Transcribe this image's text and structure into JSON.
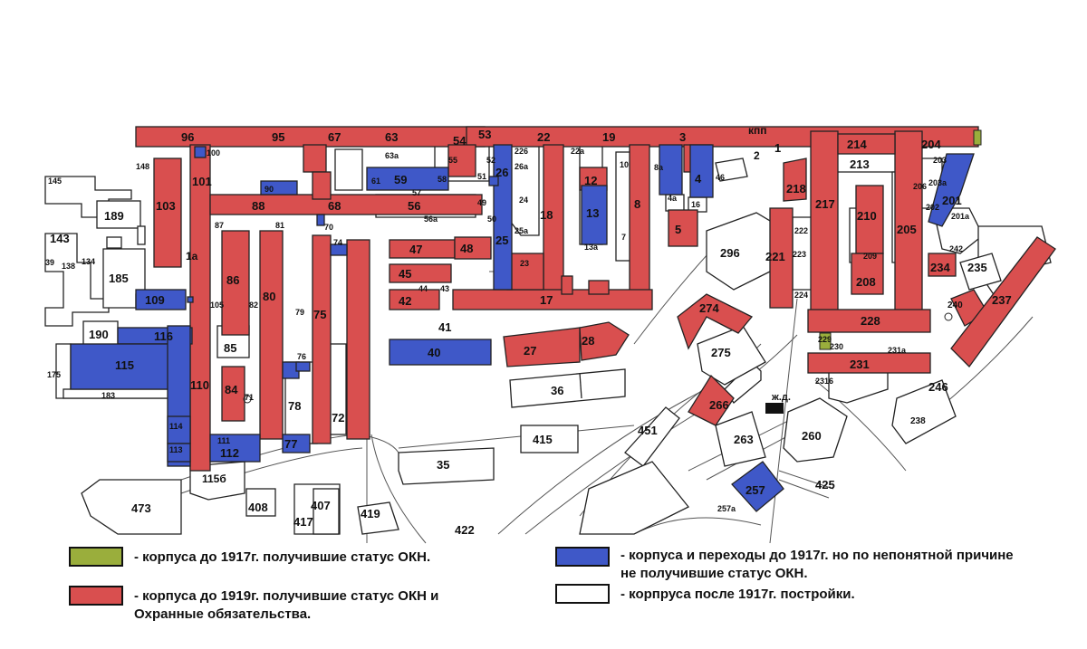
{
  "colors": {
    "okn_before_1917": "#9aae3c",
    "okn_protection": "#d94f4f",
    "no_status": "#3f58c8",
    "after_1917": "#ffffff",
    "outline": "#222222"
  },
  "markers": {
    "kpp": "кпп",
    "railway": "ж.д."
  },
  "legend": [
    {
      "category": "okn_before_1917",
      "text": "- корпуса до 1917г. получившие статус ОКН."
    },
    {
      "category": "okn_protection",
      "text": "- корпуса до 1919г. получившие статус ОКН и Охранные обязательства."
    },
    {
      "category": "no_status",
      "text": "- корпуса и переходы до 1917г. но по непонятной причине не получившие статус ОКН."
    },
    {
      "category": "after_1917",
      "text": "- корпруса после 1917г. постройки."
    }
  ],
  "buildings": [
    {
      "id": "96",
      "cat": "okn_protection"
    },
    {
      "id": "95",
      "cat": "okn_protection"
    },
    {
      "id": "67",
      "cat": "okn_protection"
    },
    {
      "id": "63",
      "cat": "okn_protection"
    },
    {
      "id": "54",
      "cat": "okn_protection"
    },
    {
      "id": "53",
      "cat": "okn_protection"
    },
    {
      "id": "22",
      "cat": "okn_protection"
    },
    {
      "id": "19",
      "cat": "okn_protection"
    },
    {
      "id": "3",
      "cat": "okn_protection"
    },
    {
      "id": "1",
      "cat": "okn_protection"
    },
    {
      "id": "214",
      "cat": "okn_protection"
    },
    {
      "id": "204",
      "cat": "okn_protection"
    },
    {
      "id": "101",
      "cat": "okn_protection"
    },
    {
      "id": "103",
      "cat": "okn_protection"
    },
    {
      "id": "88",
      "cat": "okn_protection"
    },
    {
      "id": "68",
      "cat": "okn_protection"
    },
    {
      "id": "56",
      "cat": "okn_protection"
    },
    {
      "id": "18",
      "cat": "okn_protection"
    },
    {
      "id": "8",
      "cat": "okn_protection"
    },
    {
      "id": "5",
      "cat": "okn_protection"
    },
    {
      "id": "12",
      "cat": "okn_protection"
    },
    {
      "id": "218",
      "cat": "okn_protection"
    },
    {
      "id": "217",
      "cat": "okn_protection"
    },
    {
      "id": "210",
      "cat": "okn_protection"
    },
    {
      "id": "205",
      "cat": "okn_protection"
    },
    {
      "id": "221",
      "cat": "okn_protection"
    },
    {
      "id": "208",
      "cat": "okn_protection"
    },
    {
      "id": "234",
      "cat": "okn_protection"
    },
    {
      "id": "237",
      "cat": "okn_protection"
    },
    {
      "id": "240",
      "cat": "okn_protection"
    },
    {
      "id": "228",
      "cat": "okn_protection"
    },
    {
      "id": "231",
      "cat": "okn_protection"
    },
    {
      "id": "86",
      "cat": "okn_protection"
    },
    {
      "id": "80",
      "cat": "okn_protection"
    },
    {
      "id": "75",
      "cat": "okn_protection"
    },
    {
      "id": "72",
      "cat": "okn_protection"
    },
    {
      "id": "84",
      "cat": "okn_protection"
    },
    {
      "id": "110",
      "cat": "okn_protection"
    },
    {
      "id": "47",
      "cat": "okn_protection"
    },
    {
      "id": "48",
      "cat": "okn_protection"
    },
    {
      "id": "45",
      "cat": "okn_protection"
    },
    {
      "id": "42",
      "cat": "okn_protection"
    },
    {
      "id": "17",
      "cat": "okn_protection"
    },
    {
      "id": "27",
      "cat": "okn_protection"
    },
    {
      "id": "28",
      "cat": "okn_protection"
    },
    {
      "id": "274",
      "cat": "okn_protection"
    },
    {
      "id": "266",
      "cat": "okn_protection"
    },
    {
      "id": "100",
      "cat": "no_status"
    },
    {
      "id": "59",
      "cat": "no_status"
    },
    {
      "id": "90",
      "cat": "no_status"
    },
    {
      "id": "26",
      "cat": "no_status"
    },
    {
      "id": "25",
      "cat": "no_status"
    },
    {
      "id": "13",
      "cat": "no_status"
    },
    {
      "id": "4",
      "cat": "no_status"
    },
    {
      "id": "201",
      "cat": "no_status"
    },
    {
      "id": "109",
      "cat": "no_status"
    },
    {
      "id": "116",
      "cat": "no_status"
    },
    {
      "id": "115",
      "cat": "no_status"
    },
    {
      "id": "40",
      "cat": "no_status"
    },
    {
      "id": "112",
      "cat": "no_status"
    },
    {
      "id": "77",
      "cat": "no_status"
    },
    {
      "id": "257",
      "cat": "no_status"
    },
    {
      "id": "114",
      "cat": "no_status"
    },
    {
      "id": "113",
      "cat": "no_status"
    },
    {
      "id": "229",
      "cat": "okn_before_1917"
    },
    {
      "id": "189",
      "cat": "after_1917"
    },
    {
      "id": "185",
      "cat": "after_1917"
    },
    {
      "id": "190",
      "cat": "after_1917"
    },
    {
      "id": "85",
      "cat": "after_1917"
    },
    {
      "id": "78",
      "cat": "after_1917"
    },
    {
      "id": "36",
      "cat": "after_1917"
    },
    {
      "id": "35",
      "cat": "after_1917"
    },
    {
      "id": "415",
      "cat": "after_1917"
    },
    {
      "id": "451",
      "cat": "after_1917"
    },
    {
      "id": "260",
      "cat": "after_1917"
    },
    {
      "id": "263",
      "cat": "after_1917"
    },
    {
      "id": "275",
      "cat": "after_1917"
    },
    {
      "id": "296",
      "cat": "after_1917"
    },
    {
      "id": "213",
      "cat": "after_1917"
    },
    {
      "id": "246",
      "cat": "after_1917"
    },
    {
      "id": "238",
      "cat": "after_1917"
    },
    {
      "id": "235",
      "cat": "after_1917"
    },
    {
      "id": "473",
      "cat": "after_1917"
    },
    {
      "id": "408",
      "cat": "after_1917"
    },
    {
      "id": "407",
      "cat": "after_1917"
    },
    {
      "id": "417",
      "cat": "after_1917"
    },
    {
      "id": "419",
      "cat": "after_1917"
    },
    {
      "id": "422",
      "cat": "after_1917"
    },
    {
      "id": "425",
      "cat": "after_1917"
    }
  ],
  "labels": {
    "small": [
      "145",
      "148",
      "143",
      "39",
      "138",
      "134",
      "183",
      "175",
      "105",
      "82",
      "87",
      "81",
      "70",
      "74",
      "79",
      "76",
      "111",
      "44",
      "43",
      "41",
      "63а",
      "61",
      "58",
      "57",
      "55",
      "56а",
      "52",
      "51",
      "49",
      "50",
      "226",
      "26а",
      "24",
      "25а",
      "23",
      "22а",
      "10",
      "7",
      "13а",
      "8а",
      "4а",
      "16",
      "46",
      "2",
      "203",
      "203а",
      "206",
      "202",
      "201а",
      "242",
      "222",
      "223",
      "224",
      "209",
      "230",
      "231а",
      "2316",
      "257а",
      "1а",
      "71",
      "115б"
    ]
  }
}
